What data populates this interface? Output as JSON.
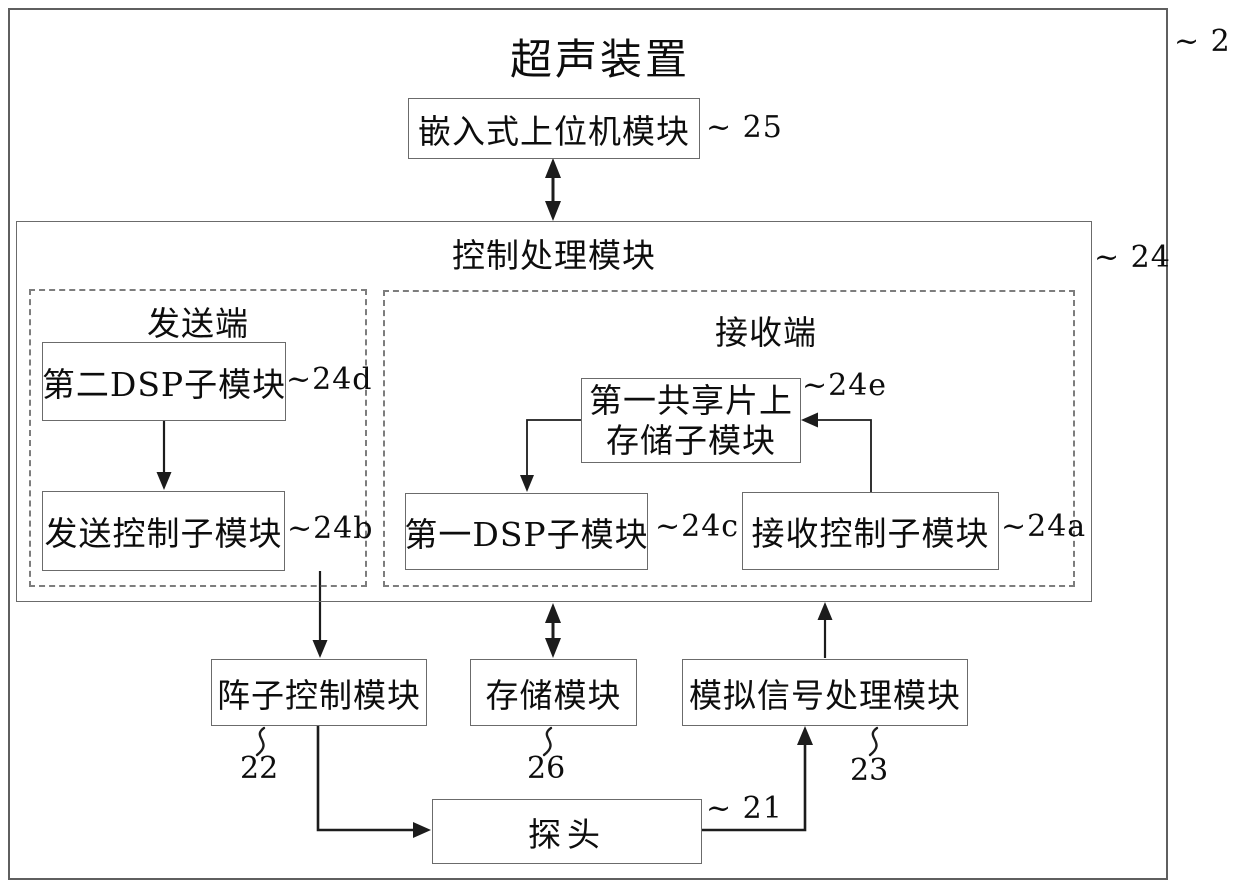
{
  "diagram": {
    "title": "超声装置",
    "device_ref": "~ 2",
    "nodes": {
      "host": {
        "label": "嵌入式上位机模块",
        "ref": "~ 25"
      },
      "control": {
        "label": "控制处理模块",
        "ref": "~ 24"
      },
      "tx_group": {
        "label": "发送端"
      },
      "dsp2": {
        "label": "第二DSP子模块",
        "ref": "~24d"
      },
      "tx_ctrl": {
        "label": "发送控制子模块",
        "ref": "~24b"
      },
      "rx_group": {
        "label": "接收端"
      },
      "shared_mem": {
        "label_line1": "第一共享片上",
        "label_line2": "存储子模块",
        "ref": "~24e"
      },
      "dsp1": {
        "label": "第一DSP子模块",
        "ref": "~24c"
      },
      "rx_ctrl": {
        "label": "接收控制子模块",
        "ref": "~24a"
      },
      "array_ctrl": {
        "label": "阵子控制模块",
        "ref": "22"
      },
      "storage": {
        "label": "存储模块",
        "ref": "26"
      },
      "analog": {
        "label": "模拟信号处理模块",
        "ref": "23"
      },
      "probe": {
        "label": "探头",
        "ref": "~ 21"
      }
    }
  }
}
